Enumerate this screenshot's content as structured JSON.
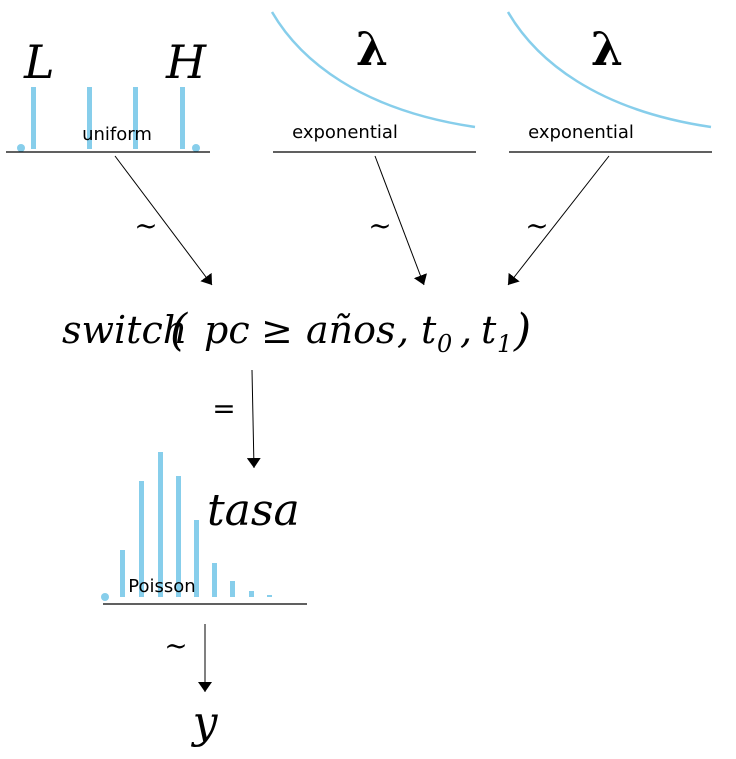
{
  "colors": {
    "accent": "#87ceeb",
    "ink": "#000000"
  },
  "priors": {
    "uniform": {
      "low_label": "L",
      "high_label": "H",
      "dist_label": "uniform"
    },
    "exponential_1": {
      "param_label": "λ",
      "dist_label": "exponential"
    },
    "exponential_2": {
      "param_label": "λ",
      "dist_label": "exponential"
    }
  },
  "relations": {
    "tilde": "~",
    "equals": "="
  },
  "switch_node": {
    "func": "switch",
    "open_paren": "(",
    "close_paren": ")",
    "cond_left": "pc",
    "cond_op": "≥",
    "cond_right": "años",
    "comma": ",",
    "t": "t",
    "sub0": "0",
    "sub1": "1"
  },
  "poisson": {
    "rate_label": "tasa",
    "dist_label": "Poisson"
  },
  "output": {
    "label": "y"
  }
}
